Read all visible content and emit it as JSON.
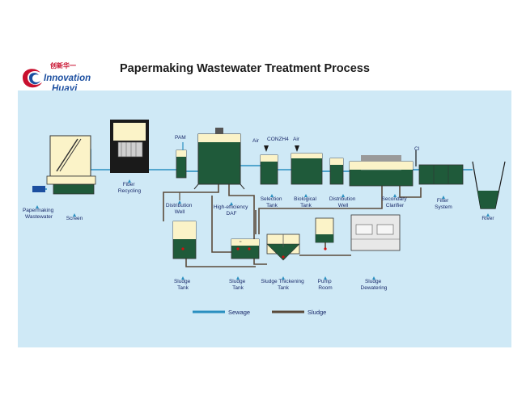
{
  "logo": {
    "chinese": "创新华一",
    "line1": "Innovation",
    "line2": "Huayi"
  },
  "title": "Papermaking Wastewater Treatment Process",
  "labels": {
    "papermaking_wastewater": [
      "Papermaking",
      "Wastewater"
    ],
    "screen": "Screen",
    "fiber_recycling": [
      "Fiber",
      "Recycling"
    ],
    "pam": "PAM",
    "distribution_well_1": [
      "Distribution",
      "Well"
    ],
    "high_efficiency_daf": [
      "High-efficiency",
      "DAF"
    ],
    "air_1": "Air",
    "conzh4": "CONZH4",
    "air_2": "Air",
    "selection_tank": [
      "Selection",
      "Tank"
    ],
    "biological_tank": [
      "Biological",
      "Tank"
    ],
    "distribution_well_2": [
      "Distribution",
      "Well"
    ],
    "secondary_clarifier": [
      "Secondary",
      "Clarifier"
    ],
    "cl": "Cl",
    "filter_system": [
      "Filter",
      "System"
    ],
    "river": "River",
    "sludge_tank_1": [
      "Sludge",
      "Tank"
    ],
    "sludge_tank_2": [
      "Sludge",
      "Tank"
    ],
    "sludge_thickening_tank": [
      "Sludge Thickening",
      "Tank"
    ],
    "pump_room": [
      "Pump",
      "Room"
    ],
    "sludge_dewatering": [
      "Sludge",
      "Dewatering"
    ]
  },
  "legend": {
    "sewage": "Sewage",
    "sludge": "Sludge"
  },
  "colors": {
    "sewage": "#2a8fc0",
    "sludge": "#5a4a3a",
    "panel": "#cfe9f6",
    "water": "#1f5a3a",
    "tank_top": "#fbf3c8",
    "label": "#1a2a6a",
    "marker": "#2a8fc0"
  }
}
